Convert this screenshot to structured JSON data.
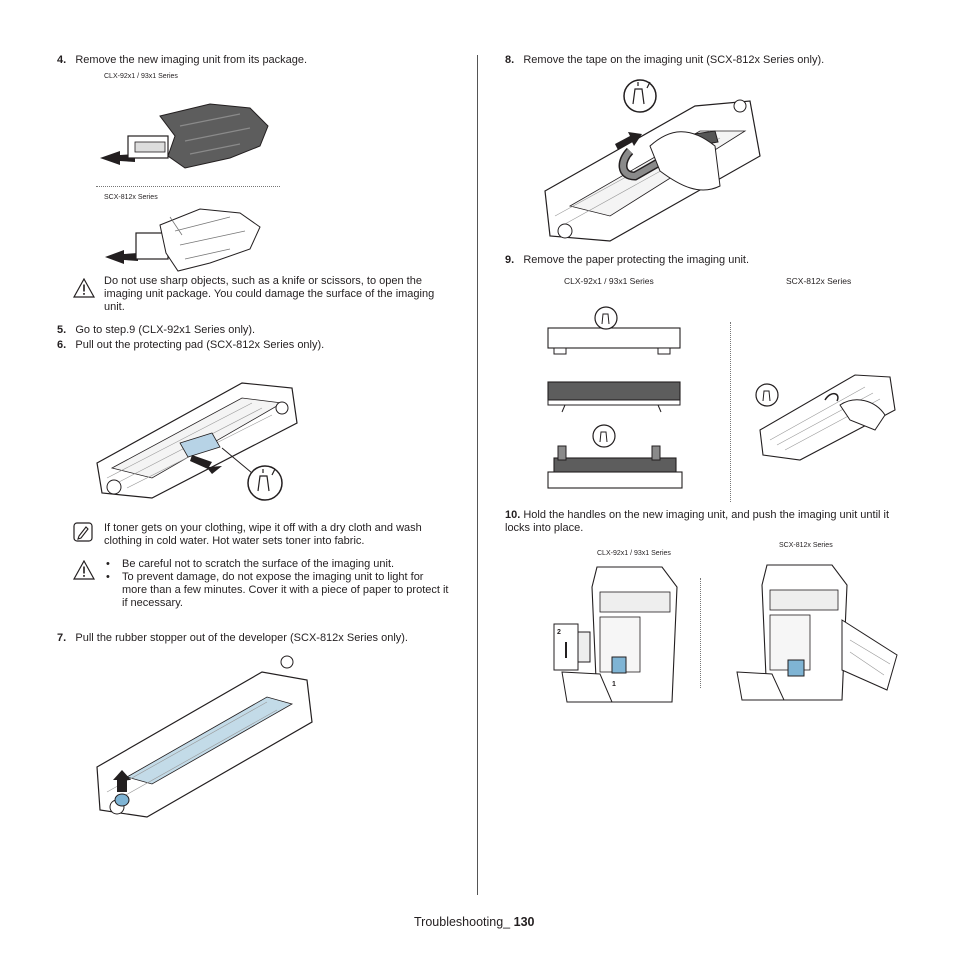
{
  "left": {
    "step4": {
      "num": "4.",
      "text": "Remove the new imaging unit from its package."
    },
    "cap_clx": "CLX-92x1 / 93x1 Series",
    "cap_scx": "SCX-812x Series",
    "caution1": "Do not use sharp objects, such as a knife or scissors, to open the imaging unit package. You could damage the surface of the imaging unit.",
    "step5": {
      "num": "5.",
      "text": "Go to step.9 (CLX-92x1 Series only)."
    },
    "step6": {
      "num": "6.",
      "text": "Pull out the protecting pad (SCX-812x Series only)."
    },
    "note1": "If toner gets on your clothing, wipe it off with a dry cloth and wash clothing in cold water. Hot water sets toner into fabric.",
    "caution2_items": [
      "Be careful not to scratch the surface of the imaging unit.",
      "To prevent damage, do not expose the imaging unit to light for more than a few minutes. Cover it with a piece of paper to protect it if necessary."
    ],
    "step7": {
      "num": "7.",
      "text": "Pull the rubber stopper out of the developer (SCX-812x Series only)."
    }
  },
  "right": {
    "step8": {
      "num": "8.",
      "text": "Remove the tape on the imaging unit (SCX-812x Series only)."
    },
    "step9": {
      "num": "9.",
      "text": "Remove the paper protecting the imaging unit."
    },
    "cap9_clx": "CLX-92x1 / 93x1 Series",
    "cap9_scx": "SCX-812x Series",
    "step10": {
      "num": "10.",
      "text": "Hold the handles on the new imaging unit, and push the imaging unit until it locks into place."
    },
    "cap10_clx": "CLX-92x1 / 93x1 Series",
    "cap10_scx": "SCX-812x Series",
    "callout_1": "1",
    "callout_2": "2"
  },
  "footer": {
    "label": "Troubleshooting_",
    "page": "130"
  }
}
